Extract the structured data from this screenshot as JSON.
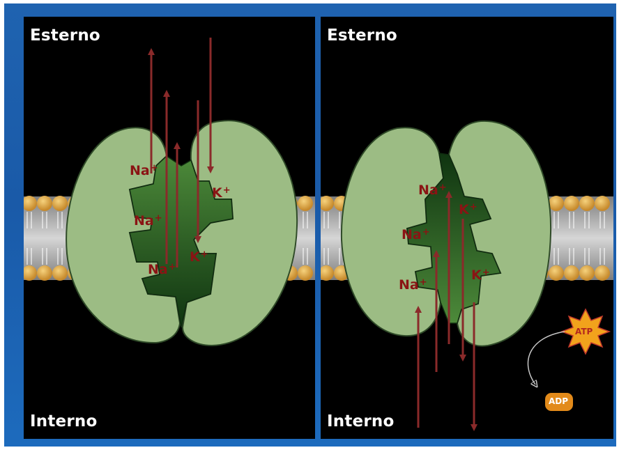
{
  "left_panel": {
    "top_label": "Esterno",
    "bottom_label": "Interno",
    "ions": [
      {
        "name": "Na",
        "charge": "+"
      },
      {
        "name": "Na",
        "charge": "+"
      },
      {
        "name": "Na",
        "charge": "+"
      },
      {
        "name": "K",
        "charge": "+"
      },
      {
        "name": "K",
        "charge": "+"
      }
    ]
  },
  "right_panel": {
    "top_label": "Esterno",
    "bottom_label": "Interno",
    "ions": [
      {
        "name": "Na",
        "charge": "+"
      },
      {
        "name": "Na",
        "charge": "+"
      },
      {
        "name": "Na",
        "charge": "+"
      },
      {
        "name": "K",
        "charge": "+"
      },
      {
        "name": "K",
        "charge": "+"
      }
    ],
    "atp_label": "ATP",
    "adp_label": "ADP"
  },
  "colors": {
    "background": "#1f63b0",
    "panel": "#000000",
    "protein": "#9cbc84",
    "channel": "#1c4a1c",
    "lipid_head": "#e3a94a",
    "ion_text": "#8a1414",
    "arrow": "#8a2a2a",
    "atp": "#f2a21c"
  }
}
